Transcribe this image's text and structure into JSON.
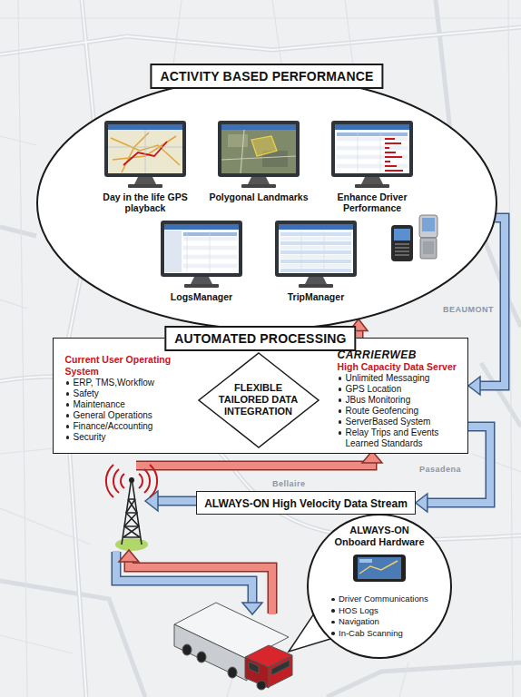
{
  "diagram": {
    "nodes": [
      {
        "text": [
          "ACTIVITY BASED PERFORMANCE"
        ]
      },
      {
        "text": [
          "Day in the life GPS playback"
        ],
        "in": 0
      },
      {
        "text": [
          "Polygonal Landmarks"
        ],
        "in": 0
      },
      {
        "text": [
          "Enhance Driver Performance"
        ],
        "in": 0
      },
      {
        "text": [
          "LogsManager"
        ],
        "in": 0
      },
      {
        "text": [
          "TripManager"
        ],
        "in": 0
      },
      {
        "text": [
          "AUTOMATED PROCESSING"
        ]
      },
      {
        "text": [
          "Current User Operating System",
          "ERP, TMS,Workflow",
          "Safety",
          "Maintenance",
          "General Operations",
          "Finance/Accounting",
          "Security"
        ],
        "in": 6
      },
      {
        "text": [
          "FLEXIBLE TAILORED DATA INTEGRATION"
        ],
        "in": 6
      },
      {
        "text": [
          "CARRIERWEB",
          "High Capacity Data Server",
          "Unlimited Messaging",
          "GPS Location",
          "JBus Monitoring",
          "Route Geofencing",
          "ServerBased System",
          "Relay Trips and Events Learned Standards"
        ],
        "in": 6
      },
      {
        "text": [
          "ALWAYS-ON High Velocity Data Stream"
        ]
      },
      {
        "text": [
          "ALWAYS-ON Onboard Hardware",
          "Driver Communications",
          "HOS Logs",
          "Navigation",
          "In-Cab Scanning"
        ]
      }
    ],
    "edges": [
      {
        "from": 6,
        "to": 0,
        "arrow": "to"
      },
      {
        "from": 0,
        "to": 6,
        "arrow": "to"
      },
      {
        "from": 6,
        "to": 10,
        "arrow": "to"
      }
    ],
    "labels": [
      "BEAUMONT",
      "Bellaire",
      "Pasadena"
    ]
  }
}
